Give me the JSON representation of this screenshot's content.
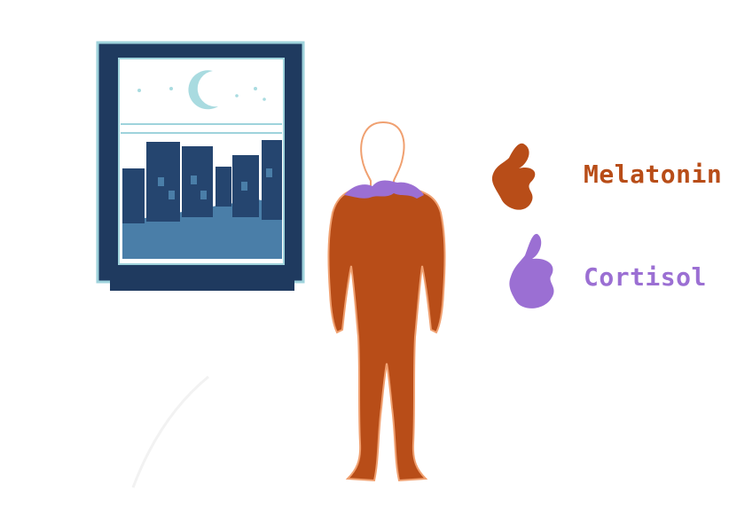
{
  "legend": {
    "items": [
      {
        "key": "melatonin",
        "label": "Melatonin",
        "color": "#b84d18"
      },
      {
        "key": "cortisol",
        "label": "Cortisol",
        "color": "#9b6fd3"
      }
    ]
  },
  "colors": {
    "window_frame": "#1f3a5f",
    "window_border": "#9fd3dc",
    "sky": "#ffffff",
    "moon": "#a9dbe0",
    "buildings_dark": "#25456f",
    "buildings_light": "#4a7ea8",
    "body_fill": "#b84d18",
    "body_outline": "#f0a070",
    "shoulder_marker": "#9b6fd3"
  },
  "icons": {
    "window": "night-window-icon",
    "moon": "crescent-moon-icon",
    "person": "human-body-icon"
  }
}
